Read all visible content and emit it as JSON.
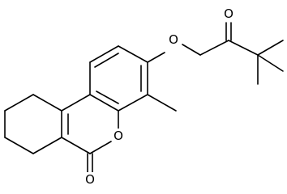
{
  "structure": {
    "atoms": [
      {
        "id": "O1",
        "symbol": "O"
      },
      {
        "id": "O2",
        "symbol": "O"
      },
      {
        "id": "O3",
        "symbol": "O"
      },
      {
        "id": "O4",
        "symbol": "O"
      }
    ]
  }
}
